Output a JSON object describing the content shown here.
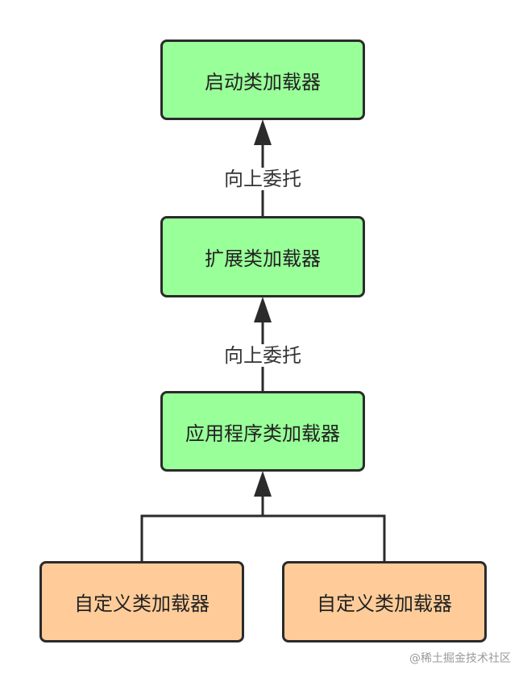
{
  "colors": {
    "jdk_loader_fill": "#99ff99",
    "custom_loader_fill": "#ffcc99",
    "stroke": "#2b2b2b"
  },
  "nodes": {
    "bootstrap": "启动类加载器",
    "extension": "扩展类加载器",
    "application": "应用程序类加载器",
    "custom_left": "自定义类加载器",
    "custom_right": "自定义类加载器"
  },
  "edges": {
    "extension_to_bootstrap": "向上委托",
    "application_to_extension": "向上委托"
  },
  "watermark": "@稀土掘金技术社区"
}
